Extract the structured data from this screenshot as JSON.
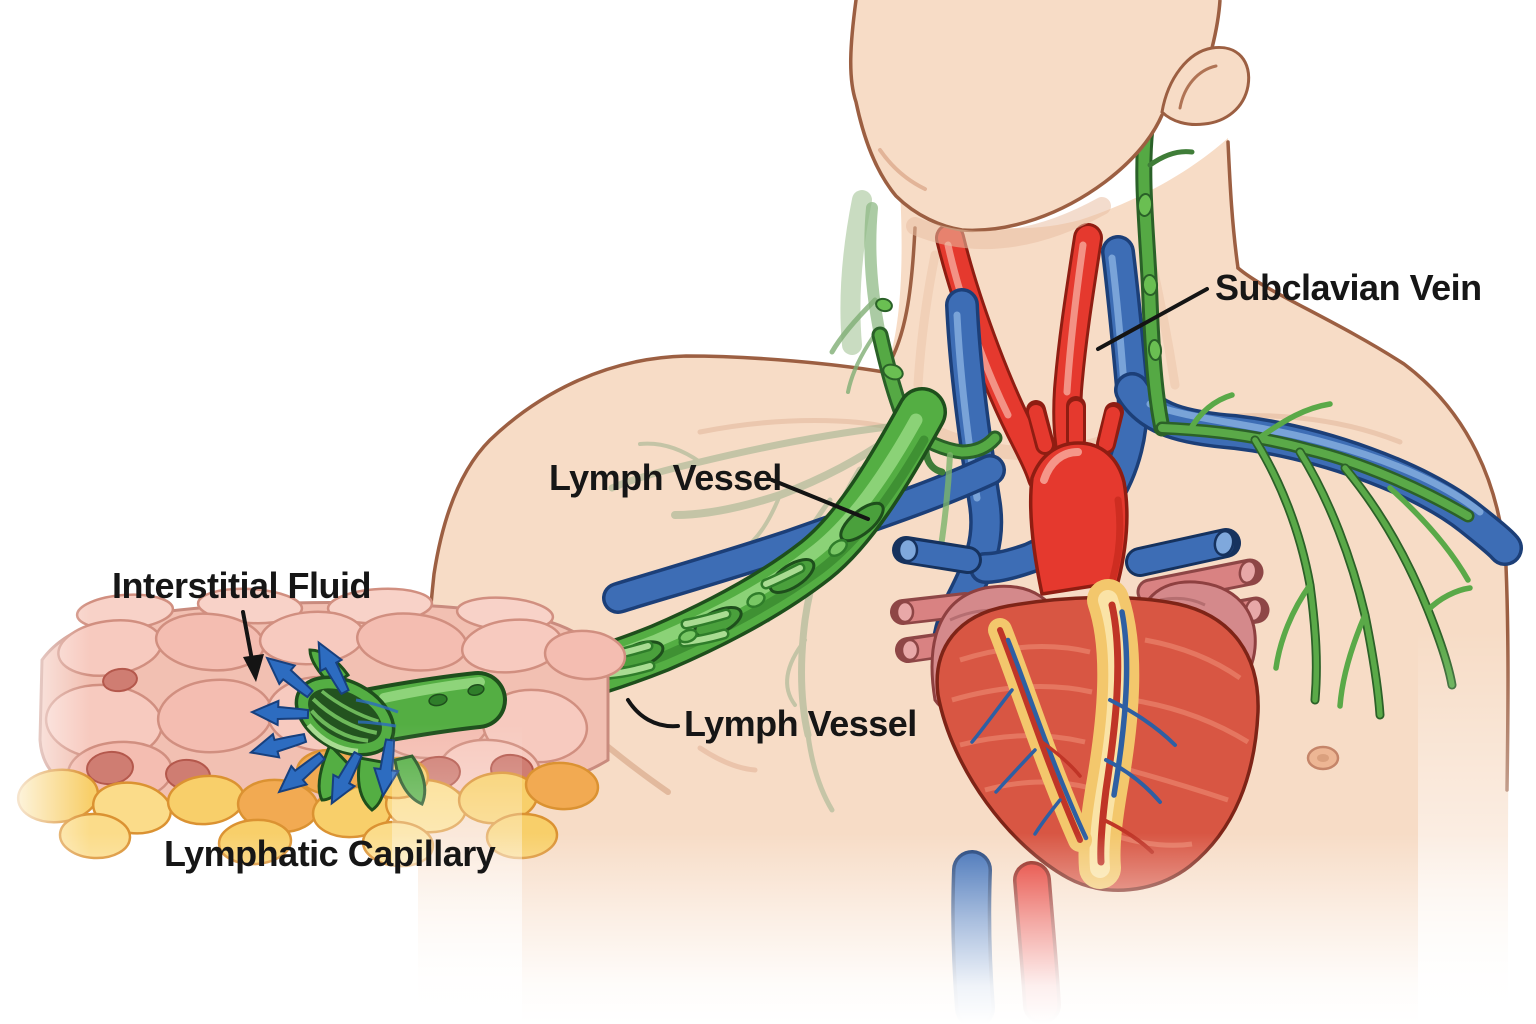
{
  "illustration": {
    "labels": {
      "subclavian_vein": "Subclavian Vein",
      "lymph_vessel_upper": "Lymph Vessel",
      "lymph_vessel_lower": "Lymph Vessel",
      "interstitial_fluid": "Interstitial Fluid",
      "lymphatic_capillary": "Lymphatic Capillary"
    },
    "colors": {
      "background": "#ffffff",
      "skin": "#f7dcc6",
      "skin_shadow": "#ecc4ab",
      "skin_outline": "#9c5f42",
      "artery_red": "#e5392e",
      "artery_dark": "#8f1d12",
      "vein_blue": "#3d6db5",
      "vein_dark": "#1c3f78",
      "lymph_green": "#54ae43",
      "lymph_green_light": "#8ed47a",
      "lymph_green_dark": "#1e4f1c",
      "heart_red": "#d85643",
      "atrium_pink": "#d4898b",
      "fat_yellow": "#f3c76c",
      "tissue_cell_pink": "#f7cabf",
      "tissue_nucleus": "#cf7d72",
      "fat_cell_yellow": "#f8cf6a",
      "arrow_blue": "#2d6cc0",
      "label_text": "#161616",
      "pointer_line": "#141414"
    }
  }
}
